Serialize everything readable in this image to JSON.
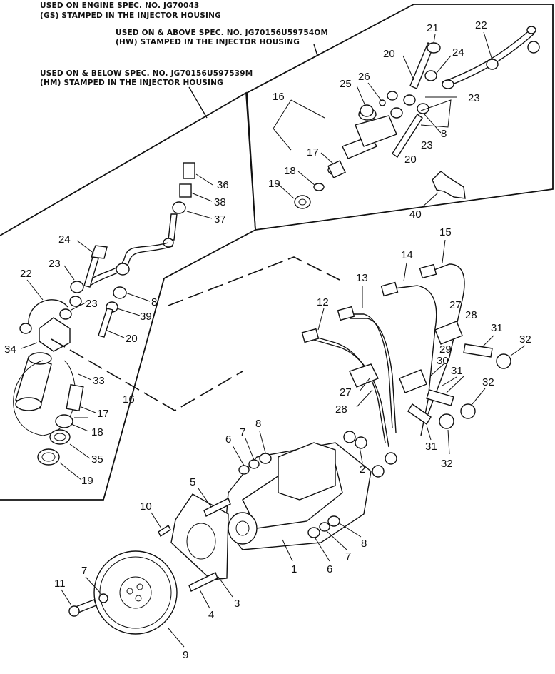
{
  "notes": {
    "engine_spec_line1": "USED ON ENGINE SPEC. NO. JG70043",
    "engine_spec_line2": "(GS) STAMPED IN THE INJECTOR HOUSING",
    "above_spec_line1": "USED ON & ABOVE SPEC. NO. JG70156U59754OM",
    "above_spec_line2": "(HW) STAMPED IN THE INJECTOR HOUSING",
    "below_spec_line1": "USED ON & BELOW SPEC. NO. JG70156U597539M",
    "below_spec_line2": "(HM) STAMPED IN THE INJECTOR HOUSING"
  },
  "callouts": {
    "inset_right": [
      "21",
      "22",
      "20",
      "24",
      "16",
      "25",
      "26",
      "23",
      "8",
      "23",
      "17",
      "20",
      "18",
      "19",
      "40"
    ],
    "inset_left": [
      "36",
      "38",
      "37",
      "24",
      "23",
      "22",
      "23",
      "8",
      "39",
      "20",
      "34",
      "33",
      "16",
      "17",
      "18",
      "35",
      "19"
    ],
    "main": [
      "15",
      "14",
      "13",
      "12",
      "27",
      "28",
      "31",
      "32",
      "29",
      "30",
      "31",
      "27",
      "28",
      "32",
      "31",
      "32",
      "2",
      "6",
      "7",
      "8",
      "5",
      "10",
      "1",
      "6",
      "7",
      "8",
      "7",
      "11",
      "3",
      "4",
      "9"
    ]
  }
}
